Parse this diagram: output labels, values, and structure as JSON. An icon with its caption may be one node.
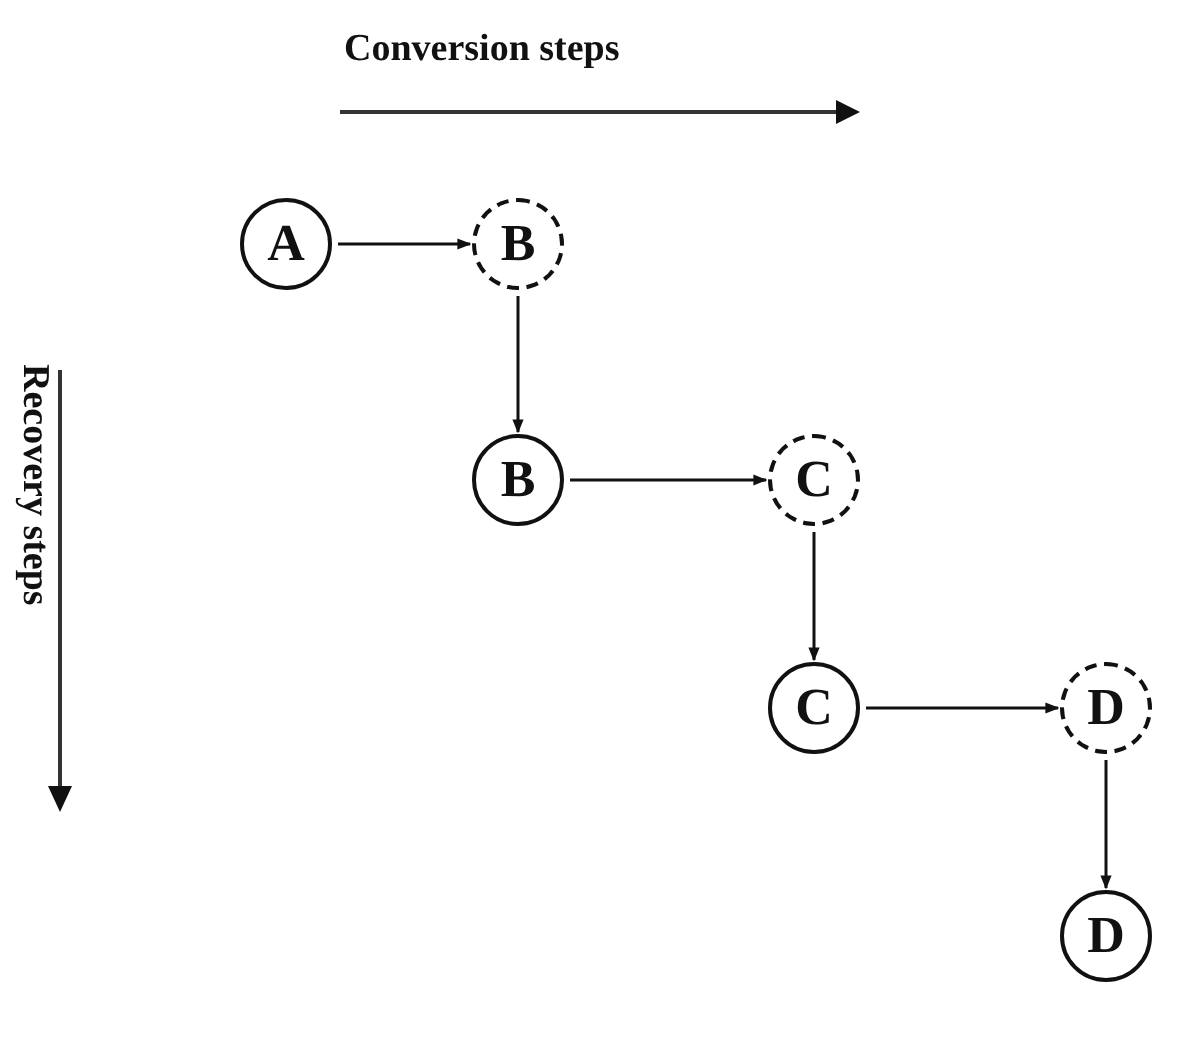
{
  "diagram": {
    "nodes": [
      {
        "text": [
          "A"
        ]
      },
      {
        "text": [
          "B"
        ]
      },
      {
        "text": [
          "B"
        ]
      },
      {
        "text": [
          "C"
        ]
      },
      {
        "text": [
          "C"
        ]
      },
      {
        "text": [
          "D"
        ]
      },
      {
        "text": [
          "D"
        ]
      }
    ],
    "edges": [
      {
        "from": 0,
        "to": 1,
        "arrow": "to"
      },
      {
        "from": 1,
        "to": 2,
        "arrow": "to"
      },
      {
        "from": 2,
        "to": 3,
        "arrow": "to"
      },
      {
        "from": 3,
        "to": 4,
        "arrow": "to"
      },
      {
        "from": 4,
        "to": 5,
        "arrow": "to"
      },
      {
        "from": 5,
        "to": 6,
        "arrow": "to"
      }
    ],
    "labels": [
      "Conversion steps",
      "Recovery steps"
    ]
  }
}
